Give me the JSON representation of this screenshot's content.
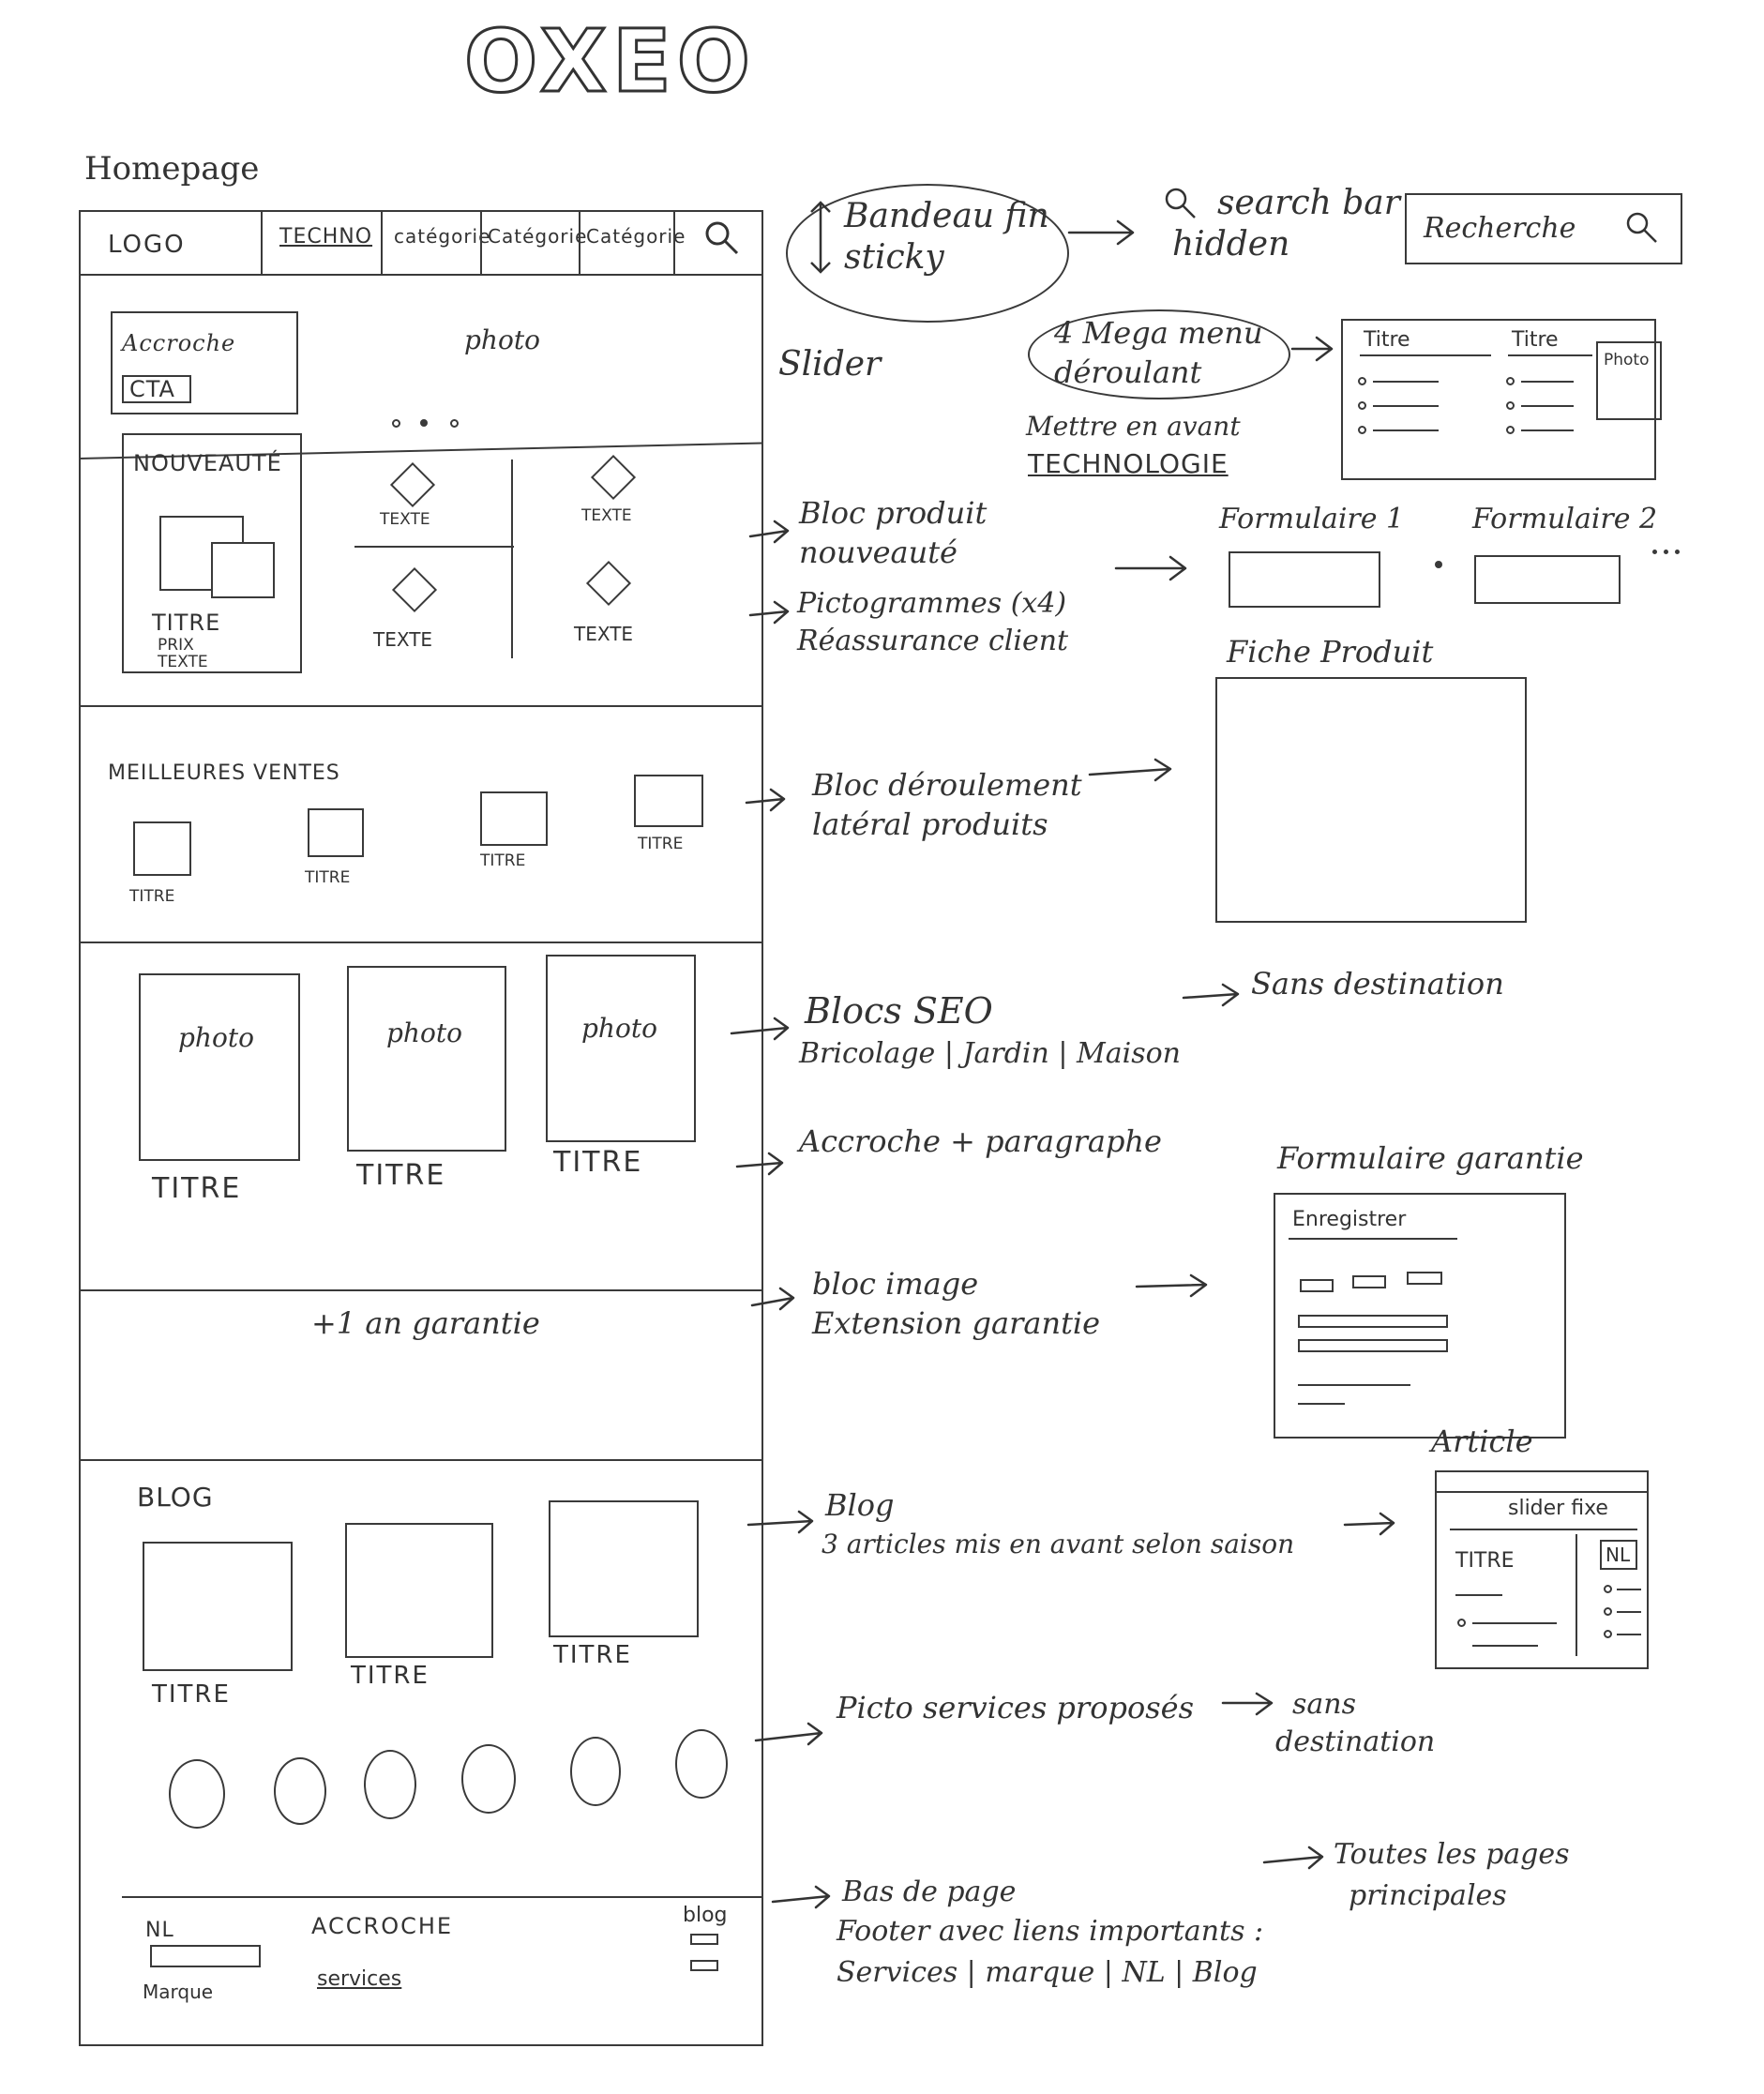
{
  "brand": "OXEO",
  "page_title": "Homepage",
  "header": {
    "logo": "LOGO",
    "nav": [
      "TECHNO",
      "catégorie",
      "Catégorie",
      "Catégorie"
    ]
  },
  "hero": {
    "hook": "Accroche",
    "cta": "CTA",
    "photo": "photo"
  },
  "nouveaute": {
    "title": "NOUVEAUTÉ",
    "product_title": "TITRE",
    "price": "PRIX",
    "text": "TEXTE",
    "picto_text": "TEXTE"
  },
  "best_sellers": {
    "title": "MEILLEURES VENTES",
    "item_title": "TITRE"
  },
  "seo": {
    "photo1": "photo",
    "photo2": "photo",
    "photo3": "photo",
    "item_title": "TITRE"
  },
  "warranty": {
    "text": "+1 an garantie"
  },
  "blog": {
    "title": "BLOG",
    "item_title": "TITRE"
  },
  "footer": {
    "nl": "NL",
    "marque": "Marque",
    "accroche": "ACCROCHE",
    "services": "services",
    "blog": "blog"
  },
  "notes": {
    "bandeau_line1": "Bandeau fin",
    "bandeau_line2": "sticky",
    "search_line1": "search bar",
    "search_line2": "hidden",
    "search_placeholder": "Recherche",
    "slider": "Slider",
    "mega_line1": "4 Mega menu",
    "mega_line2": "déroulant",
    "highlight_line1": "Mettre en avant",
    "highlight_line2": "TECHNOLOGIE",
    "mega_title1": "Titre",
    "mega_title2": "Titre",
    "mega_photo": "Photo",
    "bloc_new_line1": "Bloc produit",
    "bloc_new_line2": "nouveauté",
    "picto_line1": "Pictogrammes (x4)",
    "picto_line2": "Réassurance client",
    "form1": "Formulaire 1",
    "form2": "Formulaire 2",
    "fiche": "Fiche Produit",
    "lateral_line1": "Bloc déroulement",
    "lateral_line2": "latéral produits",
    "seo_line1": "Blocs SEO",
    "seo_line2": "Bricolage | Jardin | Maison",
    "sans_dest": "Sans destination",
    "accroche_para": "Accroche + paragraphe",
    "form_garantie": "Formulaire garantie",
    "enregistrer": "Enregistrer",
    "image_line1": "bloc image",
    "image_line2": "Extension garantie",
    "article": "Article",
    "slider_fixe": "slider fixe",
    "article_title": "TITRE",
    "article_nl": "NL",
    "blog_line1": "Blog",
    "blog_line2": "3 articles mis en avant selon saison",
    "picto_services": "Picto services proposés",
    "sans_line1": "sans",
    "sans_line2": "destination",
    "bas_line1": "Bas de page",
    "bas_line2": "Footer avec liens importants :",
    "bas_line3": "Services | marque | NL | Blog",
    "toutes_line1": "Toutes les pages",
    "toutes_line2": "principales"
  }
}
